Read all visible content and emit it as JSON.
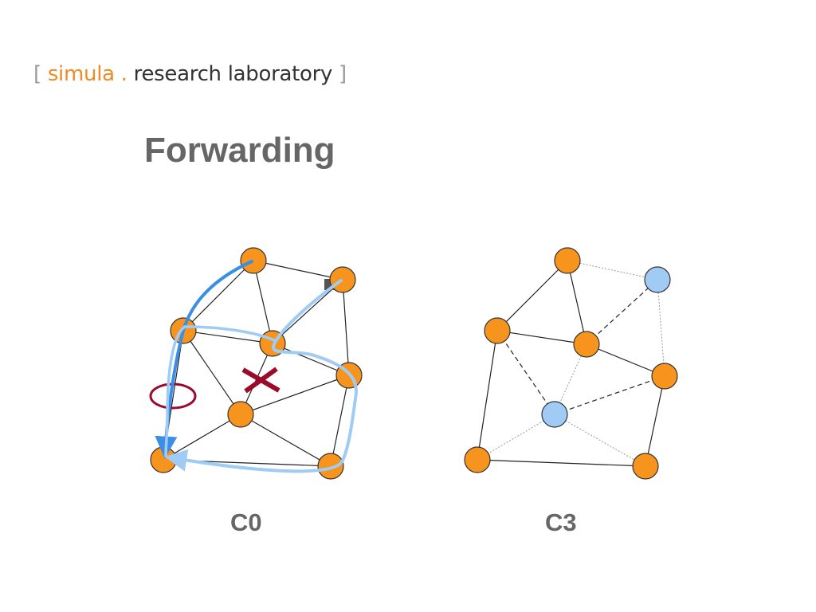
{
  "logo": {
    "open_bracket": "[",
    "brand": "simula",
    "separator": ".",
    "rest": "research laboratory",
    "close_bracket": "]"
  },
  "slide": {
    "title": "Forwarding"
  },
  "graphs": [
    {
      "caption": "C0"
    },
    {
      "caption": "C3"
    }
  ],
  "colors": {
    "node": "#f7941d",
    "node_inactive": "#9fcbf5",
    "edge": "#222222",
    "path_primary": "#3a8ee6",
    "path_backup": "#9fcbf5",
    "failure_marker": "#9b0a2b",
    "title": "#666666",
    "brand": "#f08a24"
  }
}
